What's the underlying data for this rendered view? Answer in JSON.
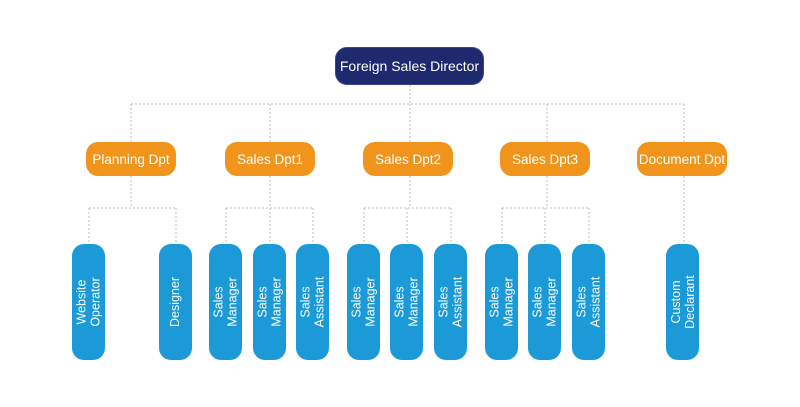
{
  "director": {
    "label": "Foreign Sales Director"
  },
  "departments": [
    {
      "label": "Planning Dpt",
      "roles": [
        {
          "line1": "Website",
          "line2": "Operator"
        },
        {
          "line1": "Designer",
          "line2": ""
        }
      ]
    },
    {
      "label": "Sales Dpt1",
      "roles": [
        {
          "line1": "Sales",
          "line2": "Manager"
        },
        {
          "line1": "Sales",
          "line2": "Manager"
        },
        {
          "line1": "Sales",
          "line2": "Assistant"
        }
      ]
    },
    {
      "label": "Sales Dpt2",
      "roles": [
        {
          "line1": "Sales",
          "line2": "Manager"
        },
        {
          "line1": "Sales",
          "line2": "Manager"
        },
        {
          "line1": "Sales",
          "line2": "Assistant"
        }
      ]
    },
    {
      "label": "Sales Dpt3",
      "roles": [
        {
          "line1": "Sales",
          "line2": "Manager"
        },
        {
          "line1": "Sales",
          "line2": "Manager"
        },
        {
          "line1": "Sales",
          "line2": "Assistant"
        }
      ]
    },
    {
      "label": "Document Dpt",
      "roles": [
        {
          "line1": "Custom",
          "line2": "Declarant"
        }
      ]
    }
  ],
  "colors": {
    "director": "#1f2a6e",
    "department": "#f0941c",
    "role": "#1b9ad7",
    "connector": "#bdbdbd"
  }
}
